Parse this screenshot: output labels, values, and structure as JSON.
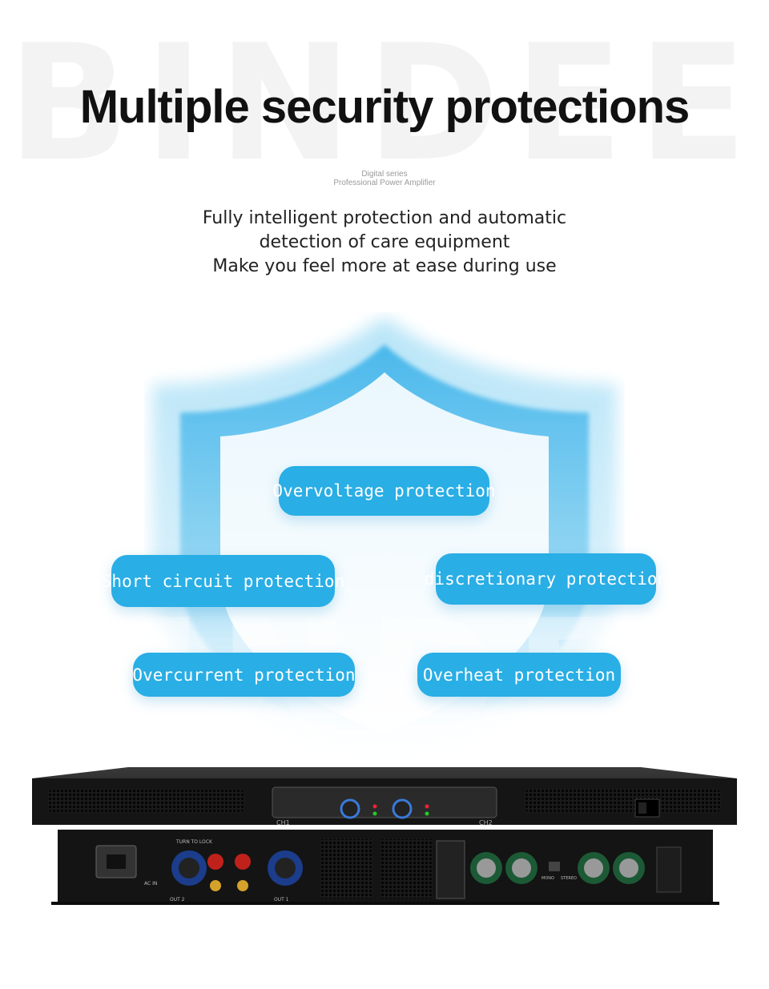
{
  "watermark": {
    "top": "BINDEE",
    "middle": "BINDEE"
  },
  "headline": "Multiple security protections",
  "series": {
    "line1": "Digital series",
    "line2": "Professional Power Amplifier"
  },
  "intro": {
    "line1": "Fully intelligent protection and automatic",
    "line2": "detection of care equipment",
    "line3": "Make you feel more at ease during use"
  },
  "protections": {
    "overvoltage": "Overvoltage protection",
    "short_circuit": "Short circuit  protection",
    "discretionary": "discretionary protection",
    "overcurrent": "Overcurrent protection",
    "overheat": "Overheat protection"
  },
  "amplifier": {
    "front_labels": {
      "ch1": "CH1",
      "ch2": "CH2"
    },
    "rear_labels": {
      "turn_to_lock": "TURN TO LOCK",
      "out2": "OUT 2",
      "out1": "OUT 1",
      "ac_in": "AC IN",
      "mono": "MONO",
      "stereo": "STEREO"
    }
  },
  "colors": {
    "pill": "#29aee5",
    "shield": "#5cc0ec",
    "headline": "#111111"
  }
}
